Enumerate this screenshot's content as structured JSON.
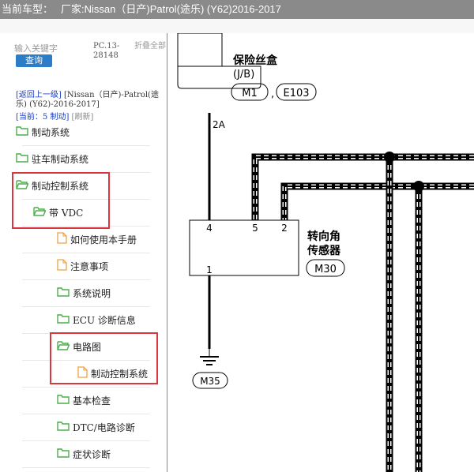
{
  "window": {
    "title_prefix": "当前车型：",
    "title_vehicle": "厂家:Nissan（日产)Patrol(途乐) (Y62)2016-2017"
  },
  "search": {
    "placeholder": "输入关键字",
    "button_label": "查询",
    "pc_code": "PC.13-28148",
    "collapse_all": "折叠全部"
  },
  "nav": {
    "back_link": "[返回上一级]",
    "back_path": "[Nissan（日产)-Patrol(途乐) (Y62)-2016-2017]",
    "current_prefix": "[当前：",
    "current_value": "5 制动",
    "current_suffix": "]",
    "refresh": "[刷新]"
  },
  "tree": {
    "items": [
      {
        "label": "制动系统",
        "icon": "folder-icon"
      },
      {
        "label": "驻车制动系统",
        "icon": "folder-icon"
      },
      {
        "label": "制动控制系统",
        "icon": "folder-open-icon"
      },
      {
        "label": "带 VDC",
        "icon": "folder-open-icon"
      },
      {
        "label": "如何使用本手册",
        "icon": "document-icon"
      },
      {
        "label": "注意事项",
        "icon": "document-icon"
      },
      {
        "label": "系统说明",
        "icon": "folder-icon"
      },
      {
        "label": "ECU 诊断信息",
        "icon": "folder-icon"
      },
      {
        "label": "电路图",
        "icon": "folder-open-icon"
      },
      {
        "label": "制动控制系统",
        "icon": "document-icon"
      },
      {
        "label": "基本检查",
        "icon": "folder-icon"
      },
      {
        "label": "DTC/电路诊断",
        "icon": "folder-icon"
      },
      {
        "label": "症状诊断",
        "icon": "folder-icon"
      }
    ]
  },
  "diagram": {
    "fuse_box_title": "保险丝盒",
    "fuse_box_sub": "(J/B)",
    "connector_m1": "M1",
    "connector_sep": ",",
    "connector_e103": "E103",
    "fuse_rating": "2A",
    "pin_4": "4",
    "pin_5": "5",
    "pin_2": "2",
    "pin_1": "1",
    "sensor_line1": "转向角",
    "sensor_line2": "传感器",
    "connector_m30": "M30",
    "ground_connector": "M35"
  },
  "colors": {
    "highlight": "#d9363e",
    "title_bar": "#8a8a8a",
    "folder": "#4cae4c",
    "document": "#f0a040",
    "button": "#2c7dc8",
    "link": "#1a3dbd"
  }
}
